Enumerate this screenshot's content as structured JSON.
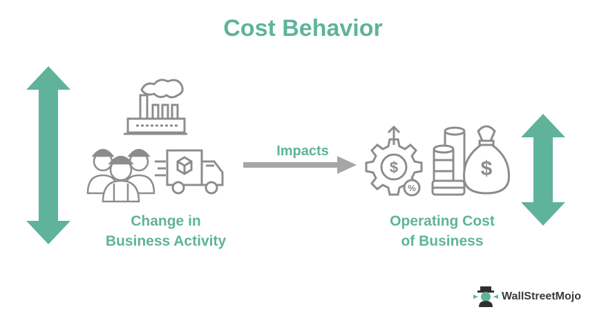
{
  "title": "Cost Behavior",
  "left_label": {
    "line1": "Change in",
    "line2": "Business Activity"
  },
  "arrow_label": "Impacts",
  "right_label": {
    "line1": "Operating Cost",
    "line2": "of Business"
  },
  "brand": {
    "name": "WallStreetMojo"
  },
  "colors": {
    "accent": "#5fb39b",
    "arrow_gray": "#a6a6a6",
    "icon_gray": "#8c8c8c"
  },
  "icons": [
    "factory-icon",
    "workers-icon",
    "delivery-truck-icon",
    "gear-dollar-icon",
    "coins-icon",
    "money-bag-icon"
  ]
}
